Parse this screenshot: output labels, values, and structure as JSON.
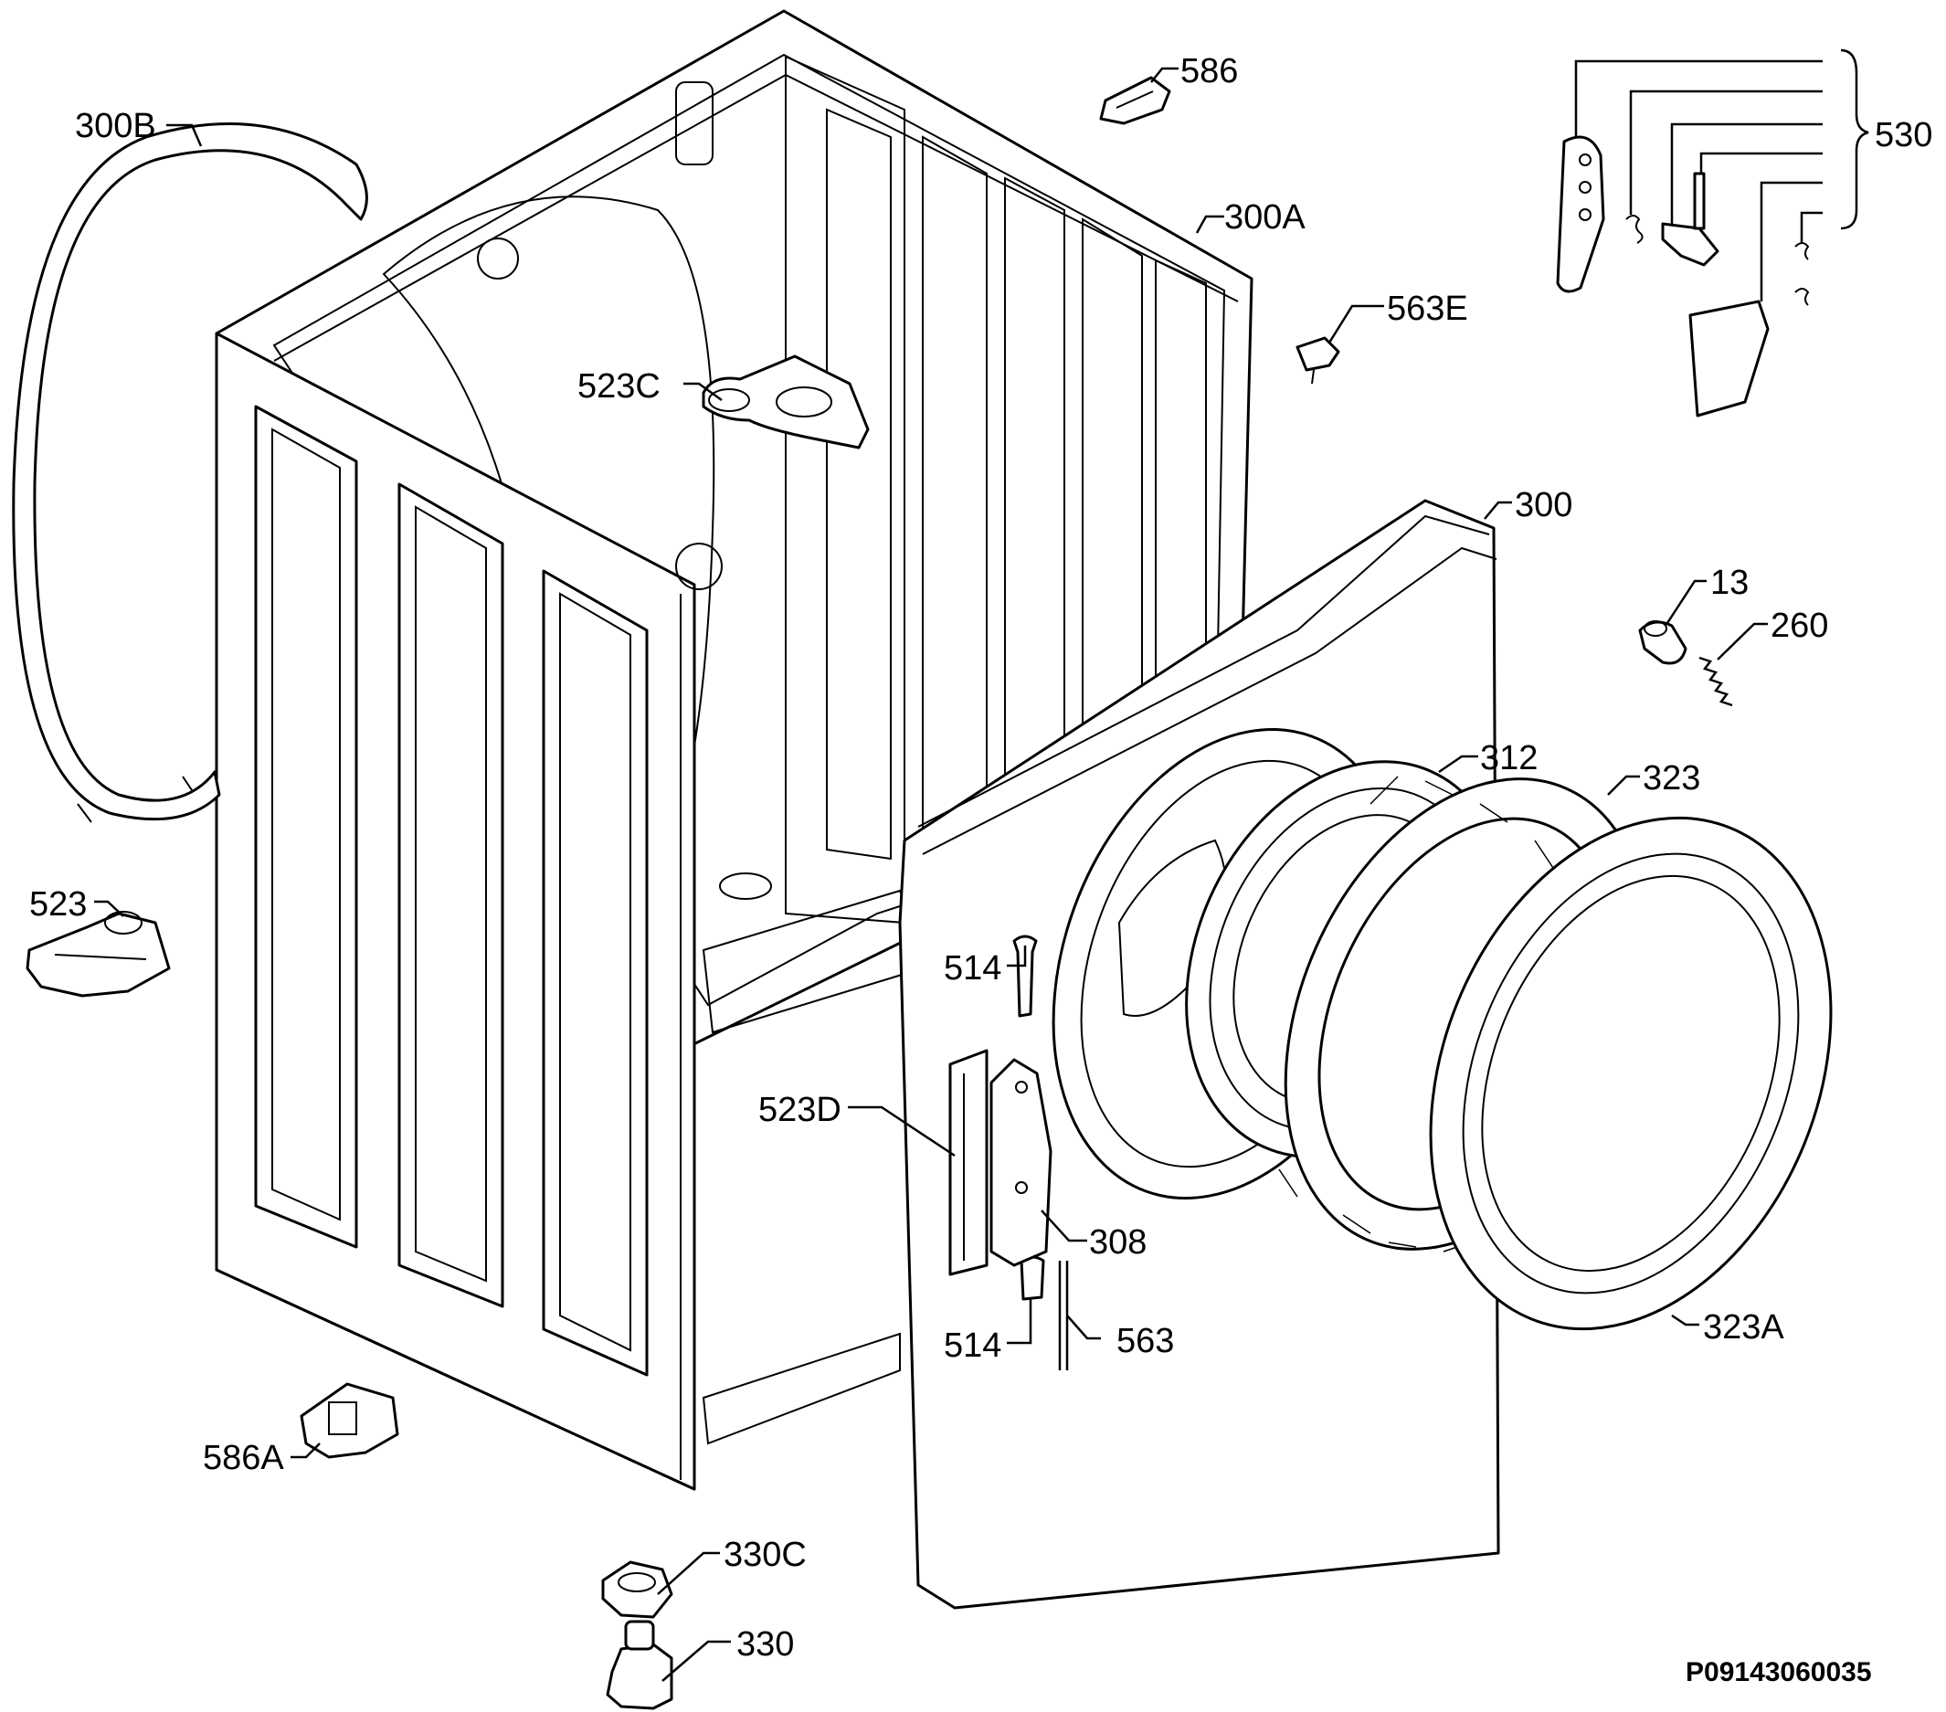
{
  "diagram": {
    "type": "exploded-parts-view",
    "drawing_code": "P09143060035",
    "part_labels": {
      "p300B": "300B",
      "p586": "586",
      "p530": "530",
      "p300A": "300A",
      "p563E": "563E",
      "p523C": "523C",
      "p300": "300",
      "p13": "13",
      "p260": "260",
      "p312": "312",
      "p323": "323",
      "p523": "523",
      "p514a": "514",
      "p523D": "523D",
      "p308": "308",
      "p514b": "514",
      "p563": "563",
      "p323A": "323A",
      "p586A": "586A",
      "p330C": "330C",
      "p330": "330"
    }
  }
}
